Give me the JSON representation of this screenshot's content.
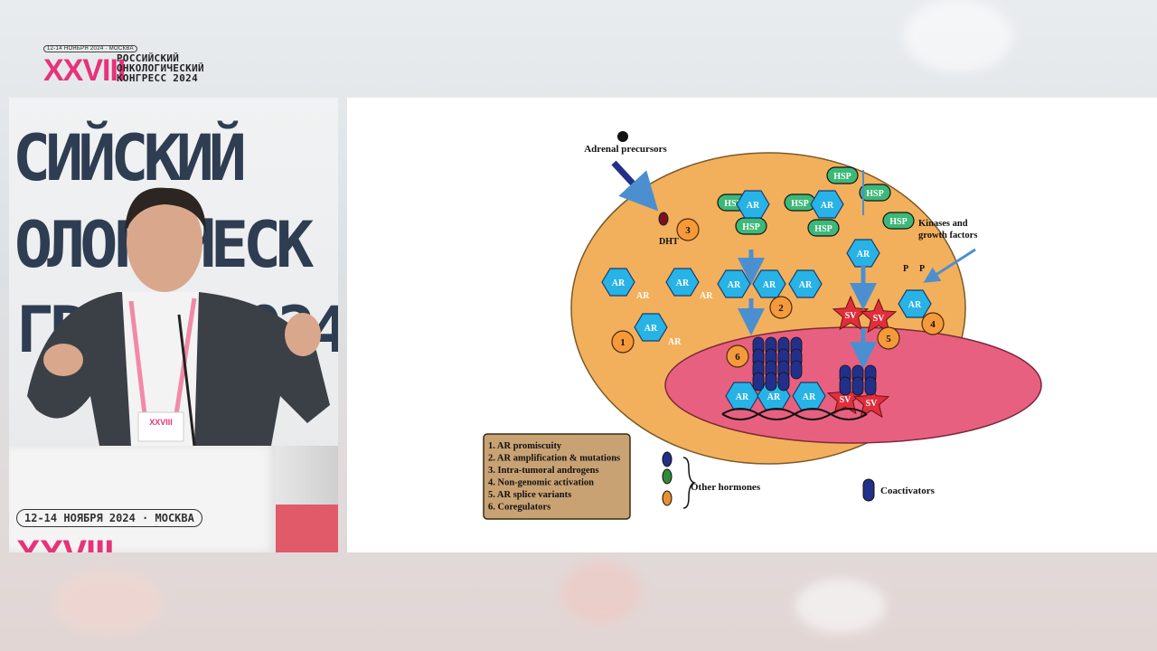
{
  "event": {
    "date_badge": "12-14 НОЯБРЯ 2024 · МОСКВА",
    "roman_numeral": "XXVIII",
    "name_lines": "РОССИЙСКИЙ\nОНКОЛОГИЧЕСКИЙ\nКОНГРЕСС 2024"
  },
  "backdrop": {
    "lines": [
      "СИЙСКИЙ",
      "ОЛОГИЧЕСК",
      "ГРЕСС 2024"
    ]
  },
  "podium": {
    "date_badge": "12-14 НОЯБРЯ 2024 · МОСКВА",
    "roman_numeral": "XXVIII",
    "badge_text": "XXVIII"
  },
  "diagram": {
    "labels": {
      "adrenal": "Adrenal precursors",
      "dht": "DHT",
      "kinases": "Kinases and",
      "growth": "growth factors",
      "other_hormones": "Other hormones",
      "coactivators": "Coactivators",
      "p": "P"
    },
    "molecules": {
      "ar": "AR",
      "hsp": "HSP",
      "sv": "SV"
    },
    "numbers": [
      "1",
      "2",
      "3",
      "4",
      "5",
      "6"
    ],
    "legend": [
      "1. AR promiscuity",
      "2. AR amplification & mutations",
      "3. Intra-tumoral androgens",
      "4. Non-genomic activation",
      "5. AR splice variants",
      "6. Coregulators"
    ],
    "colors": {
      "cell": "#f2b05c",
      "nucleus": "#e8607f",
      "ar": "#27b3e6",
      "hsp": "#3cb878",
      "sv": "#e02f3c",
      "coactivator": "#23308a",
      "arrow": "#4c8fd1",
      "legend_box": "#c9a274"
    }
  }
}
